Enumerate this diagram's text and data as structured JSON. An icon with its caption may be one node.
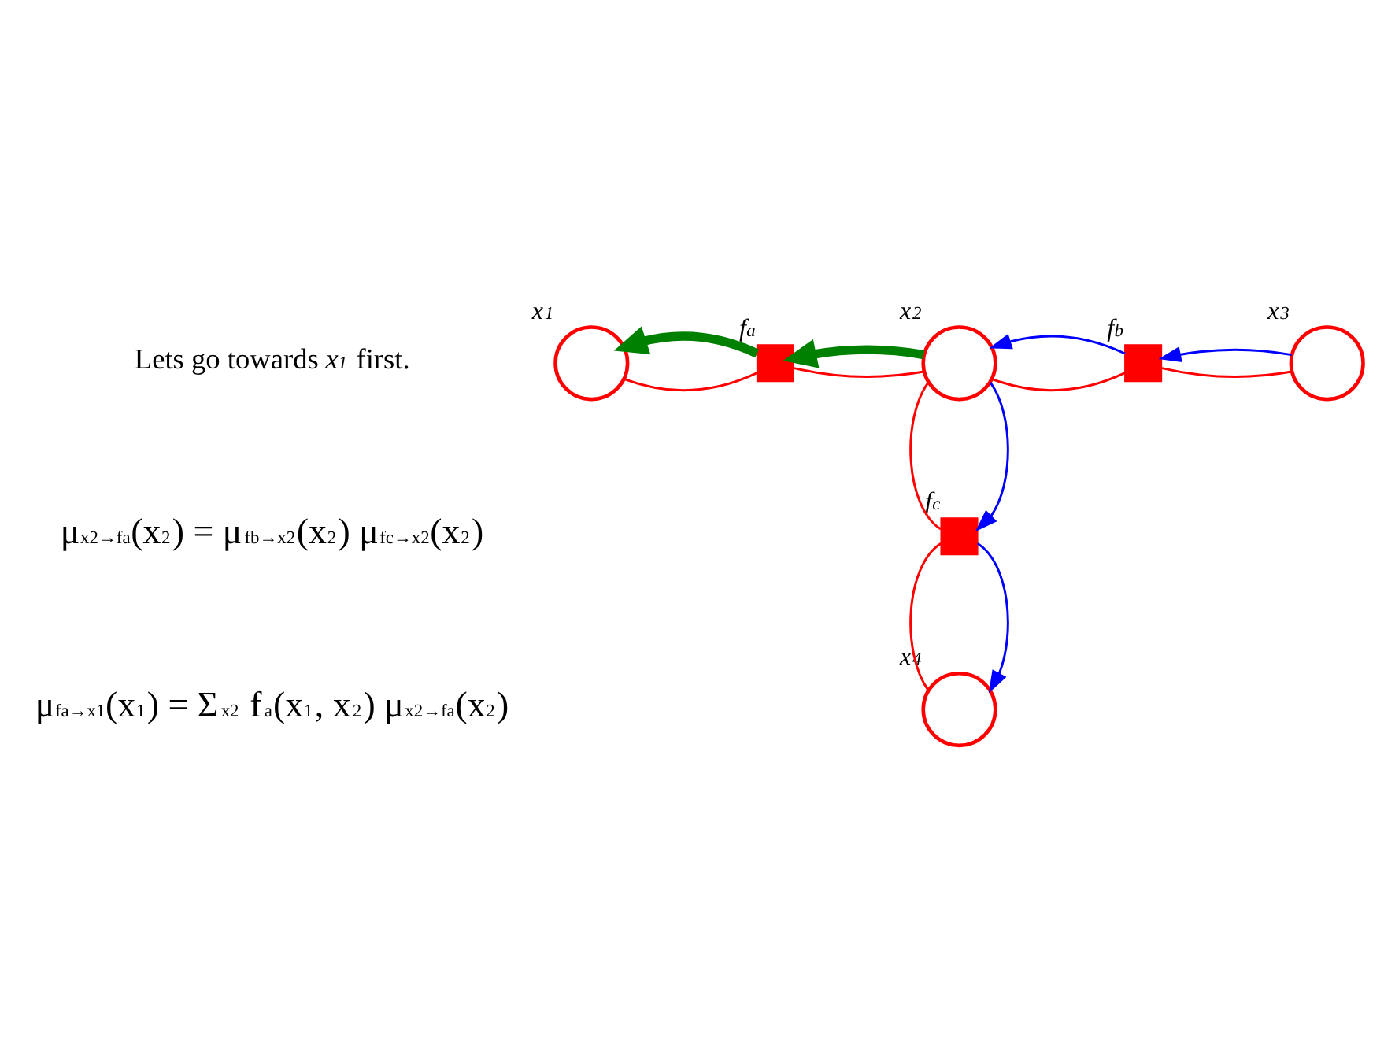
{
  "diagram": {
    "nodes": [
      {
        "text": [
          "x$_{1}$"
        ]
      },
      {
        "text": [
          "f$_{a}$"
        ]
      },
      {
        "text": [
          "x$_{2}$"
        ]
      },
      {
        "text": [
          "f$_{b}$"
        ]
      },
      {
        "text": [
          "x$_{3}$"
        ]
      },
      {
        "text": [
          "f$_{c}$"
        ]
      },
      {
        "text": [
          "x$_{4}$"
        ]
      }
    ],
    "edges": [
      {
        "from": 0,
        "to": 1,
        "arrow": "none"
      },
      {
        "from": 1,
        "to": 2,
        "arrow": "none"
      },
      {
        "from": 2,
        "to": 3,
        "arrow": "none"
      },
      {
        "from": 3,
        "to": 4,
        "arrow": "none"
      },
      {
        "from": 2,
        "to": 5,
        "arrow": "none"
      },
      {
        "from": 5,
        "to": 6,
        "arrow": "none"
      },
      {
        "from": 1,
        "to": 0,
        "arrow": "to",
        "style": "thick",
        "color": "#008000"
      },
      {
        "from": 2,
        "to": 1,
        "arrow": "to",
        "style": "thick",
        "color": "#008000"
      },
      {
        "from": 3,
        "to": 2,
        "arrow": "to",
        "color": "#0000ff"
      },
      {
        "from": 4,
        "to": 3,
        "arrow": "to",
        "color": "#0000ff"
      },
      {
        "from": 2,
        "to": 5,
        "arrow": "to",
        "color": "#0000ff"
      },
      {
        "from": 5,
        "to": 6,
        "arrow": "to",
        "color": "#0000ff"
      }
    ],
    "labels": [
      "Lets go towards *x$_{1}$* first.",
      "μ$_{x2→fa}$(x$_{2}$) = μ$_{fb→x2}$(x$_{2}$) μ$_{fc→x2}$(x$_{2}$)",
      "μ$_{fa→x1}$(x$_{1}$) = Σ$_{x2}$ f$_{a}$(x$_{1}$, x$_{2}$) μ$_{x2→fa}$(x$_{2}$)"
    ]
  }
}
